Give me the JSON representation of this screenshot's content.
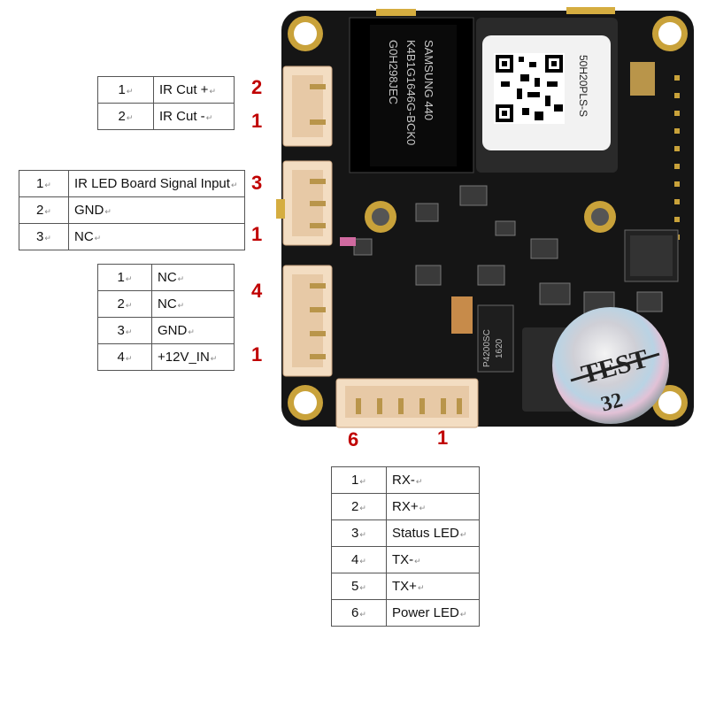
{
  "connector_ircut": {
    "pins": [
      {
        "num": "1",
        "label": "IR Cut +"
      },
      {
        "num": "2",
        "label": "IR Cut -"
      }
    ],
    "end_labels": [
      "2",
      "1"
    ]
  },
  "connector_irled": {
    "pins": [
      {
        "num": "1",
        "label": "IR LED Board Signal Input"
      },
      {
        "num": "2",
        "label": "GND"
      },
      {
        "num": "3",
        "label": "NC"
      }
    ],
    "end_labels": [
      "3",
      "1"
    ]
  },
  "connector_power": {
    "pins": [
      {
        "num": "1",
        "label": "NC"
      },
      {
        "num": "2",
        "label": "NC"
      },
      {
        "num": "3",
        "label": "GND"
      },
      {
        "num": "4",
        "label": "+12V_IN"
      }
    ],
    "end_labels": [
      "4",
      "1"
    ]
  },
  "connector_network": {
    "pins": [
      {
        "num": "1",
        "label": "RX-"
      },
      {
        "num": "2",
        "label": "RX+"
      },
      {
        "num": "3",
        "label": "Status LED"
      },
      {
        "num": "4",
        "label": "TX-"
      },
      {
        "num": "5",
        "label": "TX+"
      },
      {
        "num": "6",
        "label": "Power LED"
      }
    ],
    "end_labels": [
      "6",
      "1"
    ]
  },
  "board": {
    "memory_chip_lines": [
      "SAMSUNG 440",
      "K4B1G1646G-BCK0",
      "G0H298JEC"
    ],
    "module_label": "50H20PLS-S",
    "mosfet_lines": [
      "P4200SC",
      "1620"
    ],
    "sticker_lines": [
      "TEST",
      "32"
    ],
    "colors": {
      "pcb": "#151515",
      "connector": "#f3ddc2",
      "sticker": "#c9c9c9",
      "pin_label": "#c00000"
    }
  }
}
